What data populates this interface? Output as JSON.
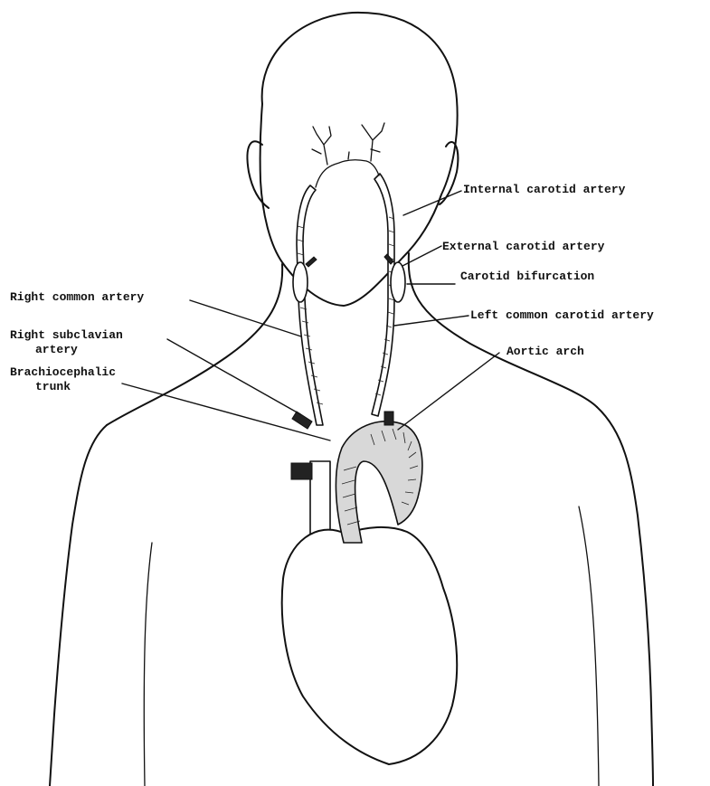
{
  "labels": {
    "internal_carotid": "Internal carotid artery",
    "external_carotid": "External carotid artery",
    "carotid_bifurcation": "Carotid bifurcation",
    "right_common": "Right common artery",
    "left_common": "Left common carotid artery",
    "right_subclavian_line1": "Right subclavian",
    "right_subclavian_line2": "artery",
    "aortic_arch": "Aortic arch",
    "brachiocephalic_line1": "Brachiocephalic",
    "brachiocephalic_line2": "trunk"
  }
}
